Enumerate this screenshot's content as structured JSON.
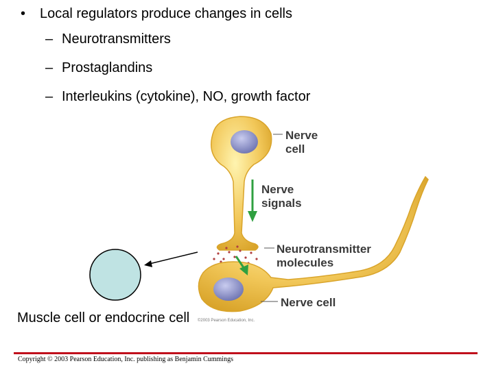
{
  "bullets": {
    "main": "Local regulators produce changes in cells",
    "bullet_symbol": "•",
    "dash_symbol": "–",
    "items": [
      "Neurotransmitters",
      "Prostaglandins",
      "Interleukins (cytokine), NO, growth factor"
    ]
  },
  "diagram": {
    "label_nerve_cell_top_line1": "Nerve",
    "label_nerve_cell_top_line2": "cell",
    "label_signals_line1": "Nerve",
    "label_signals_line2": "signals",
    "label_nt_line1": "Neurotransmitter",
    "label_nt_line2": "molecules",
    "label_nerve_cell_bottom": "Nerve cell",
    "caption": "Muscle cell or endocrine cell",
    "credit": "©2003 Pearson Education, Inc.",
    "colors": {
      "cell_body": "#f2c85a",
      "cell_outline": "#d9a42a",
      "nucleus": "#8d93c8",
      "muscle_cell": "#bfe3e3",
      "arrow_green": "#2fa040",
      "dots": "#b04040"
    }
  },
  "footer": {
    "copyright": "Copyright © 2003 Pearson Education, Inc. publishing as Benjamin Cummings",
    "bar_color": "#c0101c"
  }
}
